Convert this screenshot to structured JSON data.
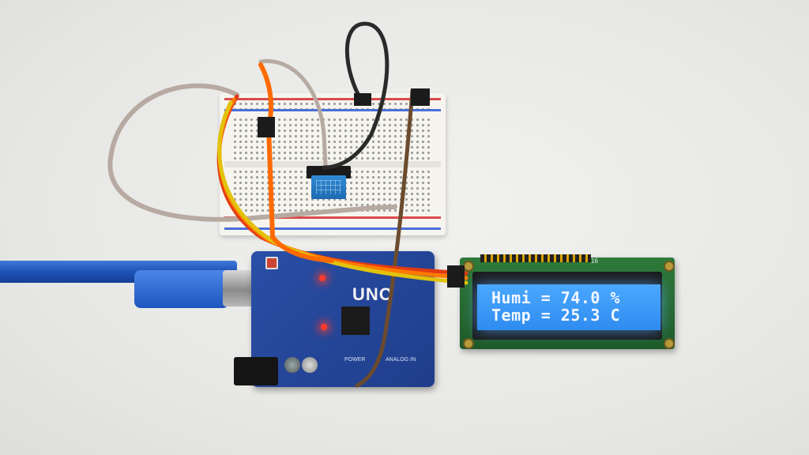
{
  "scene": {
    "board_label": "UNO",
    "power_label": "POWER",
    "analog_label": "ANALOG IN",
    "lcd_pin_label": "16",
    "lcd_lines": [
      "Humi = 74.0 %",
      "Temp = 25.3 C"
    ]
  },
  "colors": {
    "background": "#e9e9e7",
    "arduino_board": "#2a4fa7",
    "lcd_backlight": "#3c9af5",
    "lcd_pcb": "#2f7a3a",
    "sensor": "#2f8bd6",
    "usb_cable": "#1d4fb3",
    "wire_orange": "#ff7a00",
    "wire_yellow": "#e3c20c",
    "wire_red": "#e23b12",
    "wire_gray": "#b7aaa2",
    "wire_brown": "#6b4b2e",
    "wire_black": "#2a2a2a"
  },
  "icons": {
    "sensor": "dht11-sensor-icon",
    "lcd": "lcd1602-display-icon",
    "board": "arduino-uno-icon"
  }
}
